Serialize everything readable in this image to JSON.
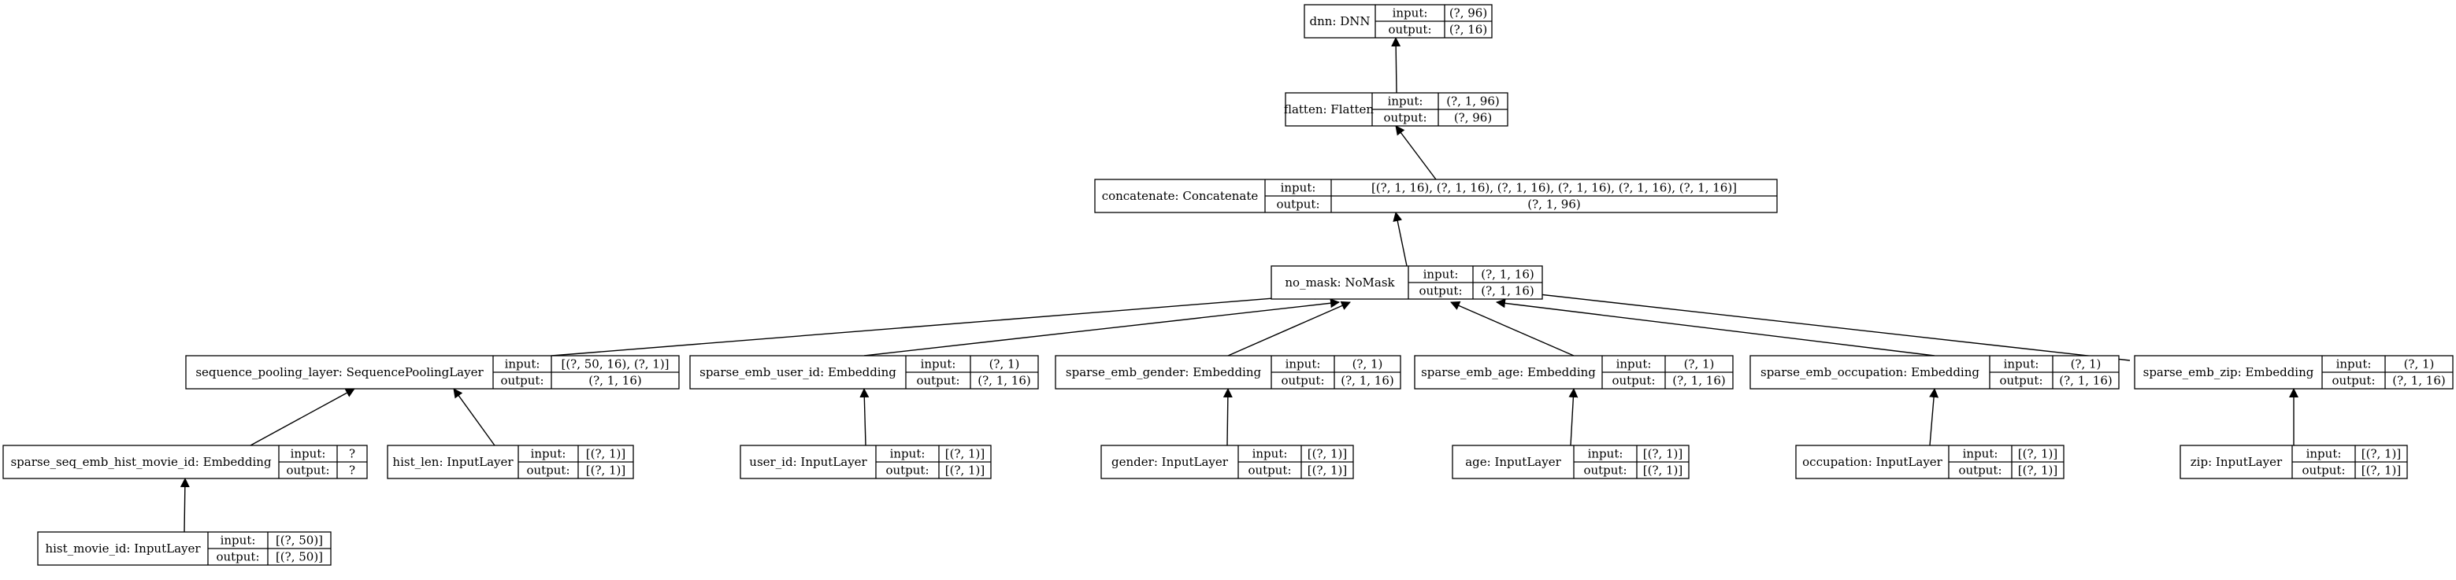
{
  "nodes": [
    {
      "id": "dnn",
      "name": "dnn: DNN",
      "input_label": "input:",
      "output_label": "output:",
      "input": "(?, 96)",
      "output": "(?, 16)"
    },
    {
      "id": "flatten",
      "name": "flatten: Flatten",
      "input_label": "input:",
      "output_label": "output:",
      "input": "(?, 1, 96)",
      "output": "(?, 96)"
    },
    {
      "id": "concatenate",
      "name": "concatenate: Concatenate",
      "input_label": "input:",
      "output_label": "output:",
      "input": "[(?, 1, 16), (?, 1, 16), (?, 1, 16), (?, 1, 16), (?, 1, 16), (?, 1, 16)]",
      "output": "(?, 1, 96)"
    },
    {
      "id": "no_mask",
      "name": "no_mask: NoMask",
      "input_label": "input:",
      "output_label": "output:",
      "input": "(?, 1, 16)",
      "output": "(?, 1, 16)"
    },
    {
      "id": "seq_pool",
      "name": "sequence_pooling_layer: SequencePoolingLayer",
      "input_label": "input:",
      "output_label": "output:",
      "input": "[(?, 50, 16), (?, 1)]",
      "output": "(?, 1, 16)"
    },
    {
      "id": "emb_user",
      "name": "sparse_emb_user_id: Embedding",
      "input_label": "input:",
      "output_label": "output:",
      "input": "(?, 1)",
      "output": "(?, 1, 16)"
    },
    {
      "id": "emb_gender",
      "name": "sparse_emb_gender: Embedding",
      "input_label": "input:",
      "output_label": "output:",
      "input": "(?, 1)",
      "output": "(?, 1, 16)"
    },
    {
      "id": "emb_age",
      "name": "sparse_emb_age: Embedding",
      "input_label": "input:",
      "output_label": "output:",
      "input": "(?, 1)",
      "output": "(?, 1, 16)"
    },
    {
      "id": "emb_occ",
      "name": "sparse_emb_occupation: Embedding",
      "input_label": "input:",
      "output_label": "output:",
      "input": "(?, 1)",
      "output": "(?, 1, 16)"
    },
    {
      "id": "emb_zip",
      "name": "sparse_emb_zip: Embedding",
      "input_label": "input:",
      "output_label": "output:",
      "input": "(?, 1)",
      "output": "(?, 1, 16)"
    },
    {
      "id": "emb_hist",
      "name": "sparse_seq_emb_hist_movie_id: Embedding",
      "input_label": "input:",
      "output_label": "output:",
      "input": "?",
      "output": "?"
    },
    {
      "id": "hist_len",
      "name": "hist_len: InputLayer",
      "input_label": "input:",
      "output_label": "output:",
      "input": "[(?, 1)]",
      "output": "[(?, 1)]"
    },
    {
      "id": "user_id",
      "name": "user_id: InputLayer",
      "input_label": "input:",
      "output_label": "output:",
      "input": "[(?, 1)]",
      "output": "[(?, 1)]"
    },
    {
      "id": "gender",
      "name": "gender: InputLayer",
      "input_label": "input:",
      "output_label": "output:",
      "input": "[(?, 1)]",
      "output": "[(?, 1)]"
    },
    {
      "id": "age",
      "name": "age: InputLayer",
      "input_label": "input:",
      "output_label": "output:",
      "input": "[(?, 1)]",
      "output": "[(?, 1)]"
    },
    {
      "id": "occupation",
      "name": "occupation: InputLayer",
      "input_label": "input:",
      "output_label": "output:",
      "input": "[(?, 1)]",
      "output": "[(?, 1)]"
    },
    {
      "id": "zip",
      "name": "zip: InputLayer",
      "input_label": "input:",
      "output_label": "output:",
      "input": "[(?, 1)]",
      "output": "[(?, 1)]"
    },
    {
      "id": "hist_movie",
      "name": "hist_movie_id: InputLayer",
      "input_label": "input:",
      "output_label": "output:",
      "input": "[(?, 50)]",
      "output": "[(?, 50)]"
    }
  ],
  "edges": [
    {
      "from": "flatten",
      "to": "dnn"
    },
    {
      "from": "concatenate",
      "to": "flatten"
    },
    {
      "from": "no_mask",
      "to": "concatenate"
    },
    {
      "from": "seq_pool",
      "to": "no_mask"
    },
    {
      "from": "emb_user",
      "to": "no_mask"
    },
    {
      "from": "emb_gender",
      "to": "no_mask"
    },
    {
      "from": "emb_age",
      "to": "no_mask"
    },
    {
      "from": "emb_occ",
      "to": "no_mask"
    },
    {
      "from": "emb_zip",
      "to": "no_mask"
    },
    {
      "from": "emb_hist",
      "to": "seq_pool"
    },
    {
      "from": "hist_len",
      "to": "seq_pool"
    },
    {
      "from": "user_id",
      "to": "emb_user"
    },
    {
      "from": "gender",
      "to": "emb_gender"
    },
    {
      "from": "age",
      "to": "emb_age"
    },
    {
      "from": "occupation",
      "to": "emb_occ"
    },
    {
      "from": "zip",
      "to": "emb_zip"
    },
    {
      "from": "hist_movie",
      "to": "emb_hist"
    }
  ]
}
